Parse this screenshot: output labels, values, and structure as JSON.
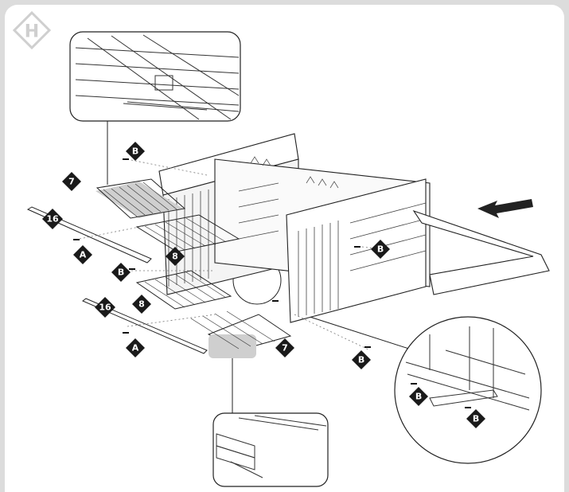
{
  "step_badge": {
    "letter": "H"
  },
  "callouts": [
    {
      "id": "b1",
      "text": "B"
    },
    {
      "id": "p7a",
      "text": "7"
    },
    {
      "id": "p16a",
      "text": "16"
    },
    {
      "id": "a1",
      "text": "A"
    },
    {
      "id": "p8a",
      "text": "8"
    },
    {
      "id": "b2",
      "text": "B"
    },
    {
      "id": "p8b",
      "text": "8"
    },
    {
      "id": "p16b",
      "text": "16"
    },
    {
      "id": "a2",
      "text": "A"
    },
    {
      "id": "p7b",
      "text": "7"
    },
    {
      "id": "b3",
      "text": "B"
    },
    {
      "id": "b4",
      "text": "B"
    },
    {
      "id": "b5",
      "text": "B"
    },
    {
      "id": "b6",
      "text": "B"
    }
  ],
  "colors": {
    "frame": "#dcdcdc",
    "badge_fill": "#1a1a1a",
    "highlight": "#c8c8c8",
    "line": "#222222"
  }
}
